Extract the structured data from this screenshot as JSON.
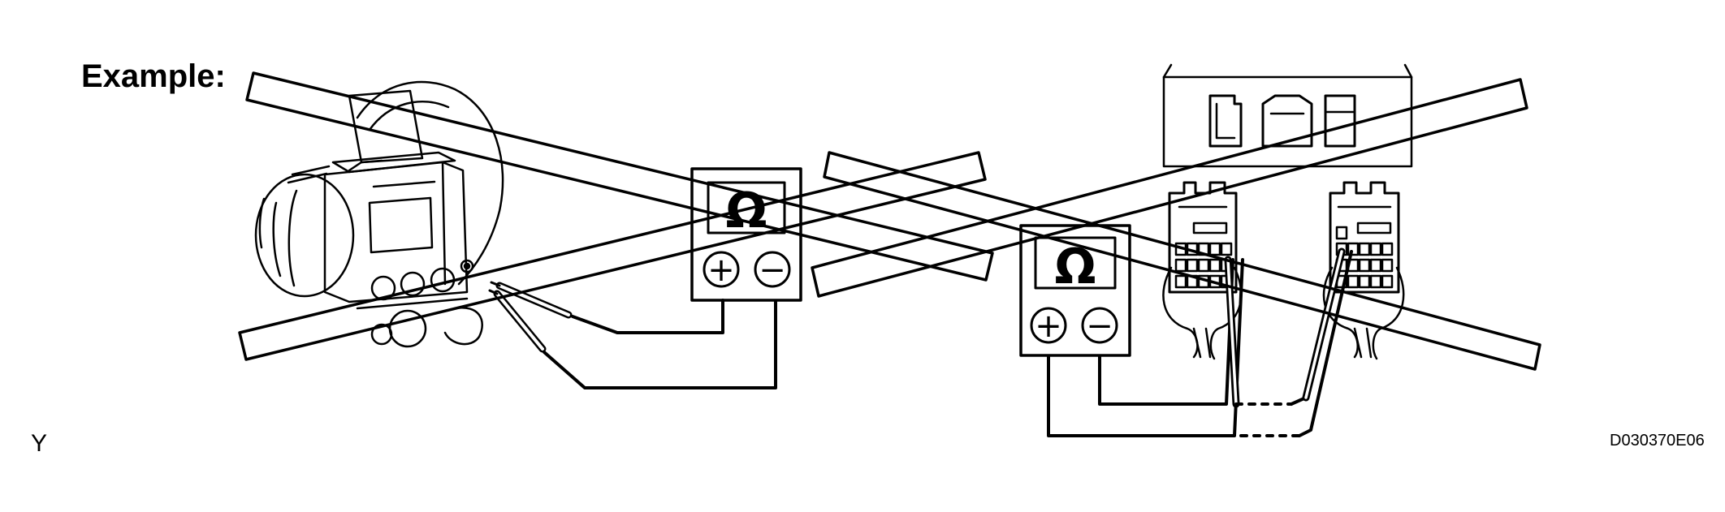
{
  "figure": {
    "example_label": "Example:",
    "corner_letter": "Y",
    "figure_code": "D030370E06"
  },
  "meters": [
    {
      "symbol": "Ω",
      "plus": "+",
      "minus": "−"
    },
    {
      "symbol": "Ω",
      "plus": "+",
      "minus": "−"
    }
  ],
  "icons": {
    "ohmmeter": "ohmmeter-icon",
    "prohibited": "crossed-out-x-mark",
    "component": "blower-motor-assembly",
    "connector": "wire-harness-connector"
  },
  "colors": {
    "line": "#000000",
    "background": "#ffffff"
  }
}
